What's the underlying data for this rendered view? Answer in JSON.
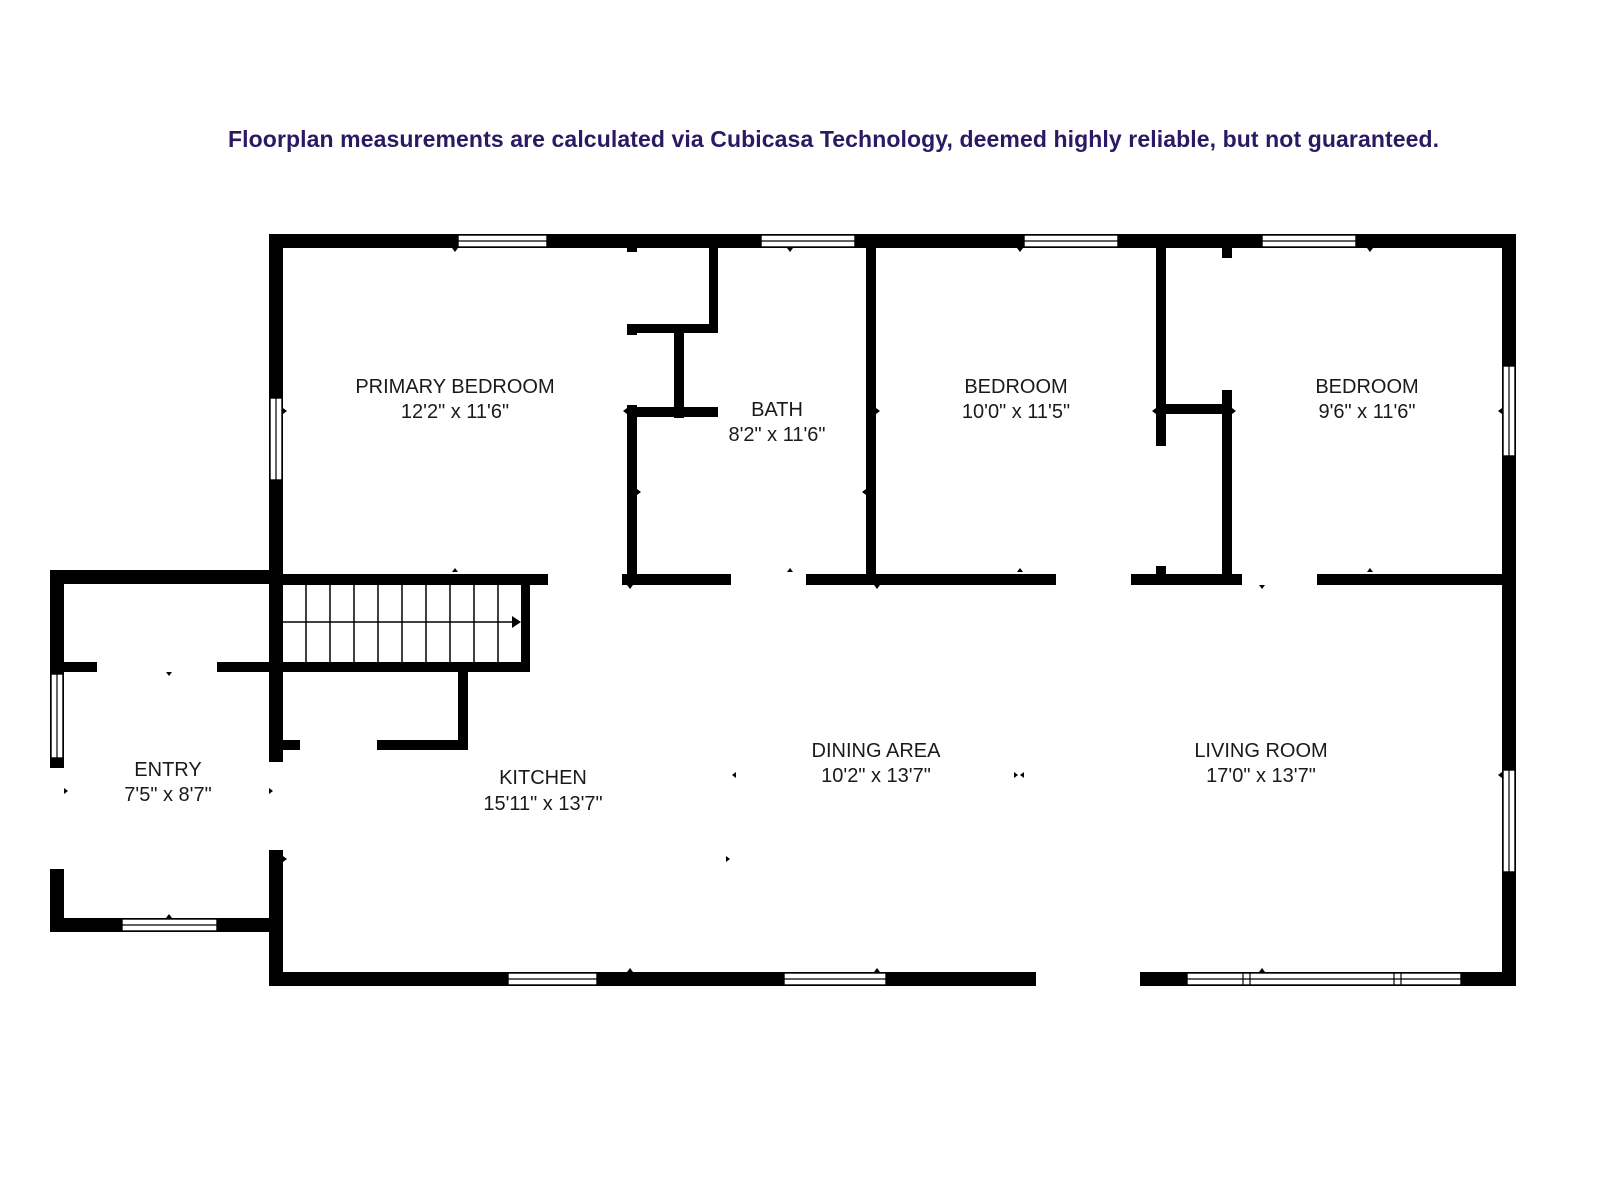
{
  "disclaimer": "Floorplan measurements are calculated via Cubicasa Technology, deemed highly reliable, but not guaranteed.",
  "colors": {
    "disclaimer_text": "#2b1a63",
    "wall": "#000000",
    "background": "#ffffff"
  },
  "rooms": {
    "primary_bedroom": {
      "name": "PRIMARY BEDROOM",
      "size": "12'2\" x 11'6\""
    },
    "bath": {
      "name": "BATH",
      "size": "8'2\" x 11'6\""
    },
    "bedroom_1": {
      "name": "BEDROOM",
      "size": "10'0\" x 11'5\""
    },
    "bedroom_2": {
      "name": "BEDROOM",
      "size": "9'6\" x 11'6\""
    },
    "entry": {
      "name": "ENTRY",
      "size": "7'5\" x 8'7\""
    },
    "kitchen": {
      "name": "KITCHEN",
      "size": "15'11\" x 13'7\""
    },
    "dining_area": {
      "name": "DINING AREA",
      "size": "10'2\" x 13'7\""
    },
    "living_room": {
      "name": "LIVING ROOM",
      "size": "17'0\" x 13'7\""
    }
  }
}
